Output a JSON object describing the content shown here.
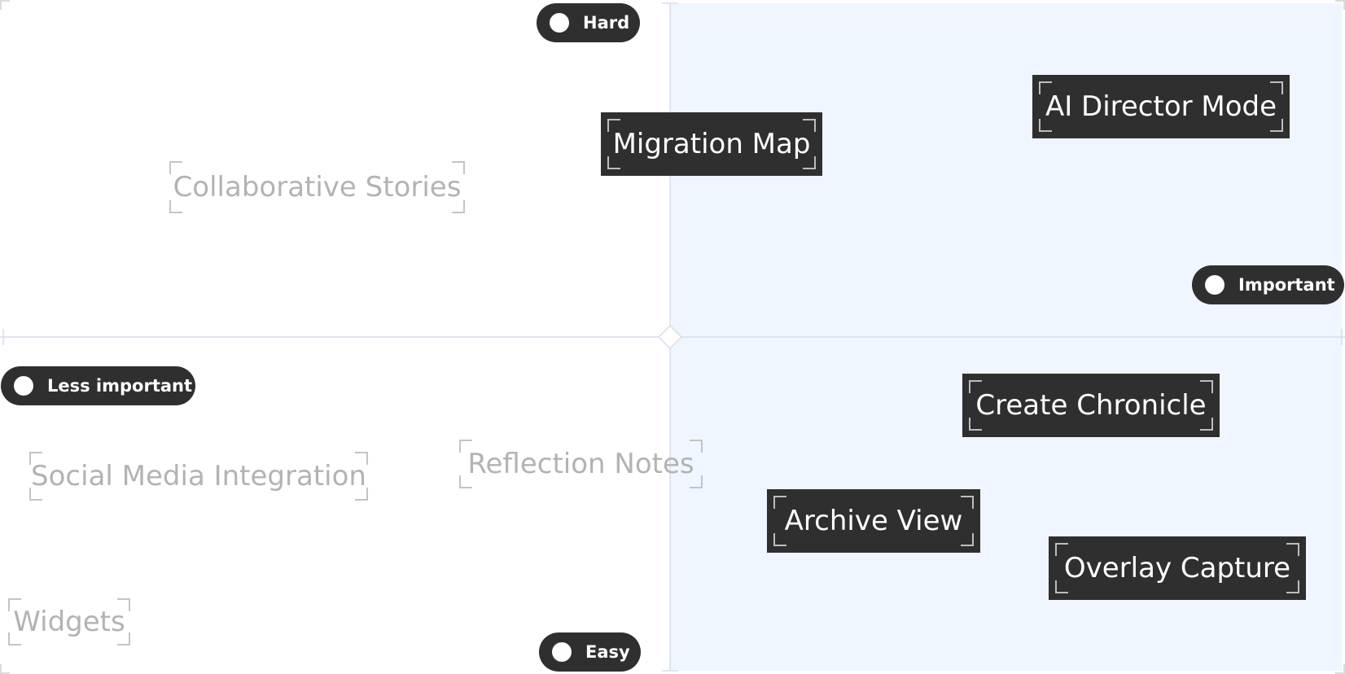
{
  "colors": {
    "accent_quadrant": "#eff6ff",
    "axis": "#d5dde8",
    "dark_card": "#2f2f2f",
    "light_text": "#b3b3b3"
  },
  "axes": {
    "top": "Hard",
    "bottom": "Easy",
    "left": "Less important",
    "right": "Important"
  },
  "items": [
    {
      "label": "Migration Map",
      "style": "dark"
    },
    {
      "label": "AI Director Mode",
      "style": "dark"
    },
    {
      "label": "Collaborative Stories",
      "style": "light"
    },
    {
      "label": "Create Chronicle",
      "style": "dark"
    },
    {
      "label": "Social Media Integration",
      "style": "light"
    },
    {
      "label": "Reflection Notes",
      "style": "light"
    },
    {
      "label": "Archive View",
      "style": "dark"
    },
    {
      "label": "Overlay Capture",
      "style": "dark"
    },
    {
      "label": "Widgets",
      "style": "light"
    }
  ]
}
